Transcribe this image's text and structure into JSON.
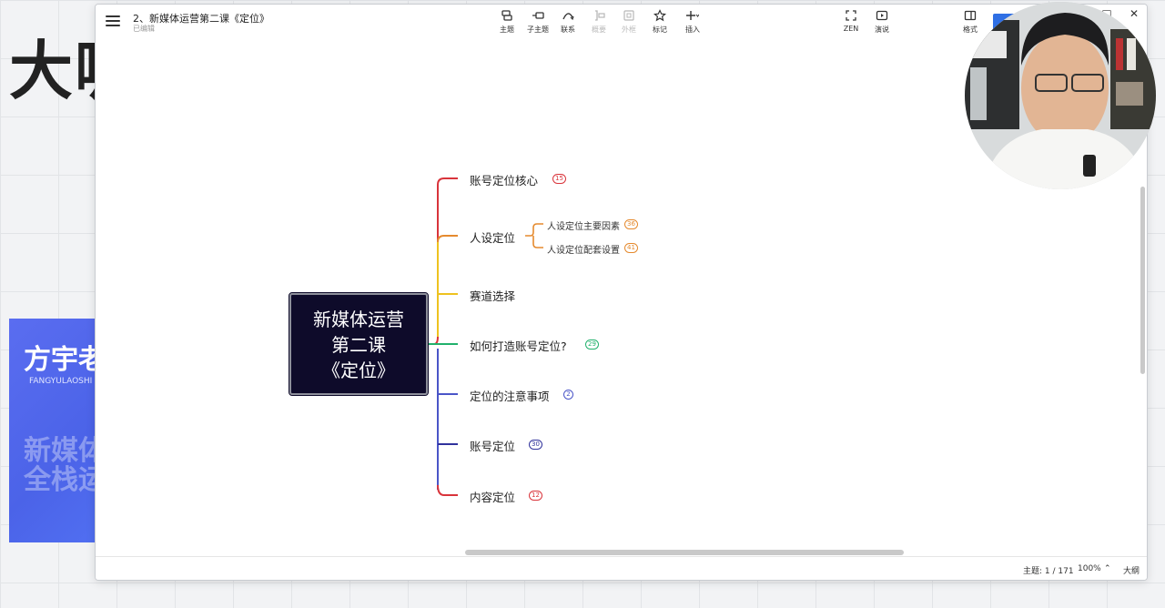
{
  "background": {
    "big_text": "大咖",
    "brand": "方宇老",
    "brand_sub": "FANGYULAOSHI",
    "slogan_line1": "新媒体",
    "slogan_line2": "全栈运"
  },
  "window": {
    "title": "2、新媒体运营第二课《定位》",
    "status": "已编辑",
    "toolbar": [
      {
        "name": "topic",
        "label": "主题",
        "icon": "topic-icon",
        "enabled": true
      },
      {
        "name": "subtopic",
        "label": "子主题",
        "icon": "subtopic-icon",
        "enabled": true
      },
      {
        "name": "relationship",
        "label": "联系",
        "icon": "relationship-icon",
        "enabled": true
      },
      {
        "name": "summary",
        "label": "概要",
        "icon": "summary-icon",
        "enabled": false
      },
      {
        "name": "boundary",
        "label": "外框",
        "icon": "boundary-icon",
        "enabled": false
      },
      {
        "name": "marker",
        "label": "标记",
        "icon": "star-icon",
        "enabled": true
      },
      {
        "name": "insert",
        "label": "插入",
        "icon": "plus-icon",
        "enabled": true
      },
      {
        "name": "zen",
        "label": "ZEN",
        "icon": "zen-icon",
        "enabled": true
      },
      {
        "name": "present",
        "label": "演说",
        "icon": "play-icon",
        "enabled": true
      },
      {
        "name": "format",
        "label": "格式",
        "icon": "panel-icon",
        "enabled": true
      }
    ],
    "window_controls": {
      "minimize": "□",
      "close": "✕"
    }
  },
  "mindmap": {
    "root": [
      "新媒体运营",
      "第二课",
      "《定位》"
    ],
    "branches": [
      {
        "label": "账号定位核心",
        "badge": "15",
        "color": "#d9343b"
      },
      {
        "label": "人设定位",
        "badge": "",
        "color": "#e58a2e",
        "children": [
          {
            "label": "人设定位主要因素",
            "badge": "36"
          },
          {
            "label": "人设定位配套设置",
            "badge": "41"
          }
        ]
      },
      {
        "label": "赛道选择",
        "badge": "",
        "color": "#eec21f"
      },
      {
        "label": "如何打造账号定位?",
        "badge": "29",
        "color": "#21b16c"
      },
      {
        "label": "定位的注意事项",
        "badge": "2",
        "color": "#4a55c8"
      },
      {
        "label": "账号定位",
        "badge": "30",
        "color": "#30329c"
      },
      {
        "label": "内容定位",
        "badge": "12",
        "color": "#d9343b"
      }
    ],
    "sub_color": "#e58a2e"
  },
  "statusbar": {
    "topic_count": "主题: 1 / 171",
    "zoom": "100%",
    "outline": "大纲"
  }
}
